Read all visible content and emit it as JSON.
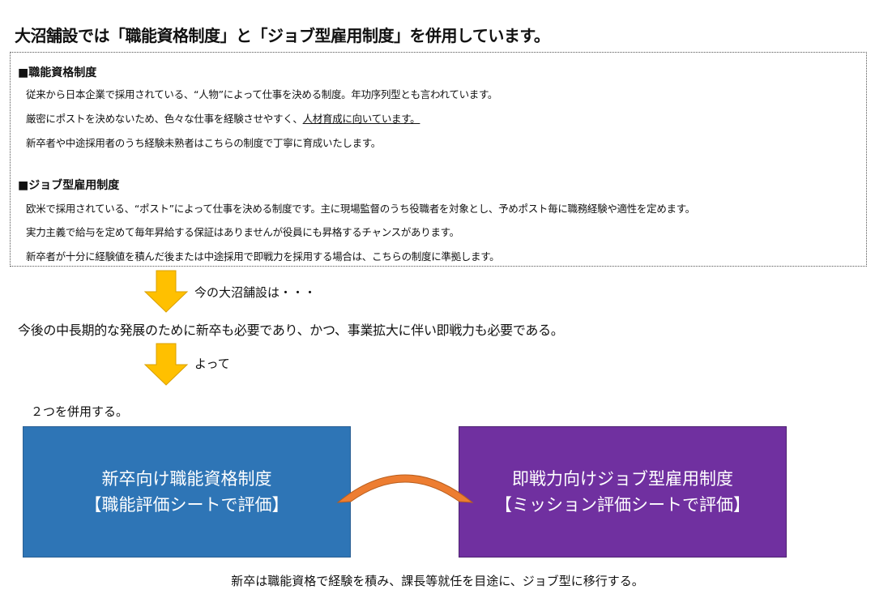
{
  "title": "大沼舗設では「職能資格制度」と「ジョブ型雇用制度」を併用しています。",
  "sections": [
    {
      "heading": "■職能資格制度",
      "lines": [
        "従来から日本企業で採用されている、“人物”によって仕事を決める制度。年功序列型とも言われています。",
        "厳密にポストを決めないため、色々な仕事を経験させやすく、",
        "新卒者や中途採用者のうち経験未熟者はこちらの制度で丁寧に育成いたします。"
      ],
      "underlined": "人材育成に向いています。"
    },
    {
      "heading": "■ジョブ型雇用制度",
      "lines": [
        "欧米で採用されている、“ポスト”によって仕事を決める制度です。主に現場監督のうち役職者を対象とし、予めポスト毎に職務経験や適性を定めます。",
        "実力主義で給与を定めて毎年昇給する保証はありませんが役員にも昇格するチャンスがあります。",
        "新卒者が十分に経験値を積んだ後または中途採用で即戦力を採用する場合は、こちらの制度に準拠します。"
      ]
    }
  ],
  "flow": {
    "arrow1_caption": "今の大沼舗設は・・・",
    "statement": "今後の中長期的な発展のために新卒も必要であり、かつ、事業拡大に伴い即戦力も必要である。",
    "arrow2_caption": "よって",
    "conclusion": "２つを併用する。"
  },
  "panels": {
    "left": {
      "line1": "新卒向け職能資格制度",
      "line2": "【職能評価シートで評価】",
      "color": "#2E75B6"
    },
    "right": {
      "line1": "即戦力向けジョブ型雇用制度",
      "line2": "【ミッション評価シートで評価】",
      "color": "#7030A0"
    },
    "connector_color": "#ED7D31"
  },
  "footer": "新卒は職能資格で経験を積み、課長等就任を目途に、ジョブ型に移行する。"
}
